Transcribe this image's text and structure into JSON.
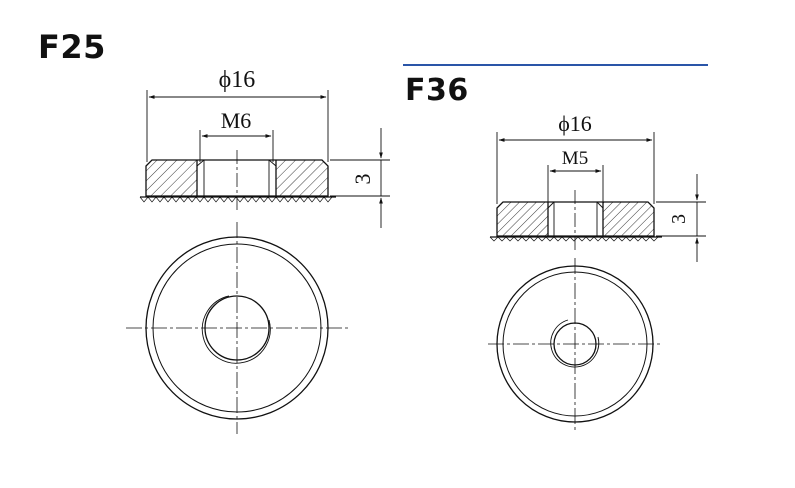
{
  "parts": [
    {
      "title": "F25",
      "outer_diameter_label": "ϕ16",
      "thread_label": "M6",
      "height_label": "3"
    },
    {
      "title": "F36",
      "outer_diameter_label": "ϕ16",
      "thread_label": "M5",
      "height_label": "3"
    }
  ],
  "colors": {
    "line": "#111111",
    "accent_rule": "#2a55a8"
  }
}
